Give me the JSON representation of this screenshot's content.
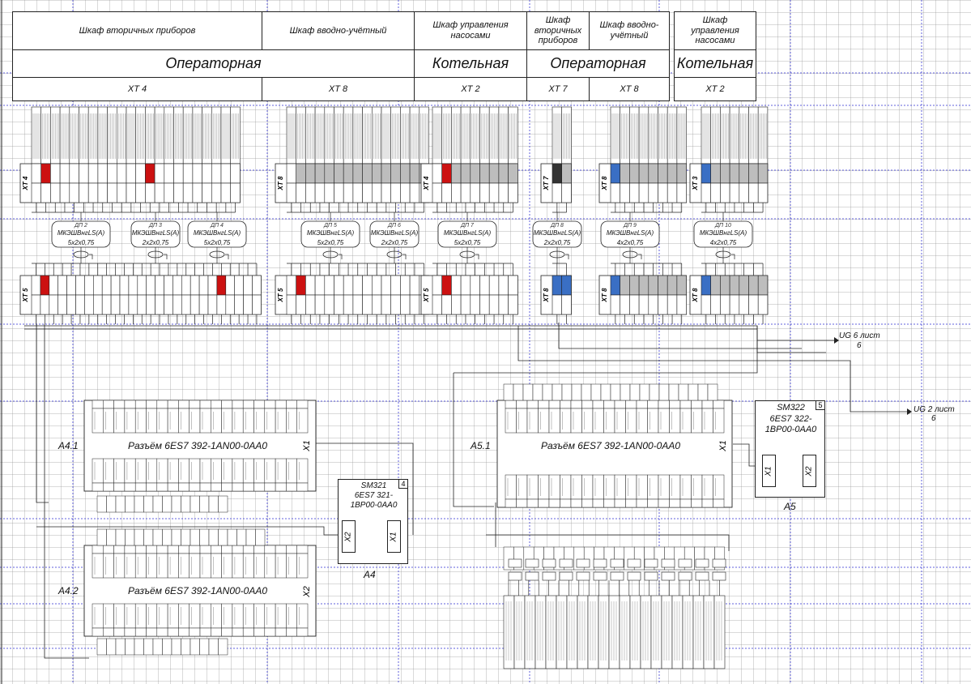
{
  "header": {
    "cabinets": [
      {
        "label": "Шкаф вторичных приборов",
        "location": "Операторная",
        "xt": "XT 4"
      },
      {
        "label": "Шкаф вводно-учётный",
        "location": "",
        "xt": "XT 8"
      },
      {
        "label": "Шкаф управления насосами",
        "location": "Котельная",
        "xt": "XT 2"
      },
      {
        "label": "Шкаф вторичных приборов",
        "location": "Операторная",
        "xt": "XT 7"
      },
      {
        "label": "Шкаф вводно-учётный",
        "location": "",
        "xt": "XT 8"
      },
      {
        "label": "Шкаф управления насосами",
        "location": "Котельная",
        "xt": "XT 2"
      }
    ]
  },
  "strips": {
    "top": [
      {
        "label": "XT 4"
      },
      {
        "label": "XT 8"
      },
      {
        "label": "XT 4"
      },
      {
        "label": "XT 7"
      },
      {
        "label": "XT 8"
      },
      {
        "label": "XT 3"
      }
    ],
    "bottom": [
      {
        "label": "XT 5"
      },
      {
        "label": "XT 5"
      },
      {
        "label": "XT 5"
      },
      {
        "label": "XT 8"
      },
      {
        "label": "XT 8"
      },
      {
        "label": "XT 8"
      }
    ]
  },
  "cables": [
    {
      "name": "ДП 2",
      "type": "МКЭШВнгLS(А)",
      "spec": "5x2x0,75"
    },
    {
      "name": "ДП 3",
      "type": "МКЭШВнгLS(А)",
      "spec": "2x2x0,75"
    },
    {
      "name": "ДП 4",
      "type": "МКЭШВнгLS(А)",
      "spec": "5x2x0,75"
    },
    {
      "name": "ДП 5",
      "type": "МКЭШВнгLS(А)",
      "spec": "5x2x0,75"
    },
    {
      "name": "ДП 6",
      "type": "МКЭШВнгLS(А)",
      "spec": "2x2x0,75"
    },
    {
      "name": "ДП 7",
      "type": "МКЭШВнгLS(А)",
      "spec": "5x2x0,75"
    },
    {
      "name": "ДП 8",
      "type": "МКЭШВнгLS(А)",
      "spec": "2x2x0,75"
    },
    {
      "name": "ДП 9",
      "type": "МКЭШВнгLS(А)",
      "spec": "4x2x0,75"
    },
    {
      "name": "ДП 10",
      "type": "МКЭШВнгLS(А)",
      "spec": "4x2x0,75"
    }
  ],
  "offsheet": [
    {
      "label": "UG 6 лист",
      "sheet": "6"
    },
    {
      "label": "UG 2 лист",
      "sheet": "6"
    }
  ],
  "connectors": [
    {
      "id": "A4.1",
      "title": "Разъём 6ES7 392-1AN00-0AA0",
      "port": "X1"
    },
    {
      "id": "A4.2",
      "title": "Разъём 6ES7 392-1AN00-0AA0",
      "port": "X2"
    },
    {
      "id": "A5.1",
      "title": "Разъём 6ES7 392-1AN00-0AA0",
      "port": "X1"
    }
  ],
  "modules": [
    {
      "id": "A4",
      "name": "SM321",
      "order": "6ES7 321-1BP00-0AA0",
      "num": "4",
      "ports": [
        "X2",
        "X1"
      ]
    },
    {
      "id": "A5",
      "name": "SM322",
      "order": "6ES7 322-1BP00-0AA0",
      "num": "5",
      "ports": [
        "X1",
        "X2"
      ]
    }
  ],
  "colors": {
    "grid_major": "#3b3bd6",
    "terminal_red": "#cc1111",
    "terminal_blue": "#3a6fc4",
    "terminal_gray": "#bdbdbd",
    "terminal_dark": "#333333"
  }
}
